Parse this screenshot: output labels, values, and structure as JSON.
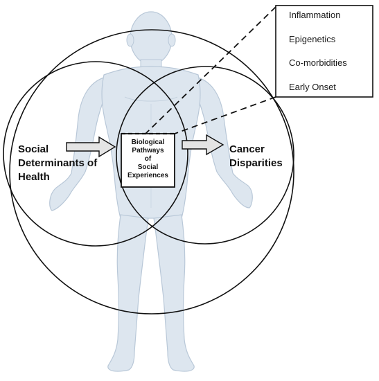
{
  "left_label": [
    "Social",
    "Determinants of",
    "Health"
  ],
  "center_box_label": [
    "Biological",
    "Pathways",
    "of",
    "Social",
    "Experiences"
  ],
  "right_label": [
    "Cancer",
    "Disparities"
  ],
  "callout_items": [
    "Inflammation",
    "Epigenetics",
    "Co-morbidities",
    "Early Onset"
  ],
  "colors": {
    "body_fill": "#dde6ef",
    "body_stroke": "#b9c8d8",
    "line": "#111111",
    "arrow_fill": "#e4e4e4"
  },
  "icons": [
    "human-body-silhouette",
    "right-arrow-icon"
  ]
}
